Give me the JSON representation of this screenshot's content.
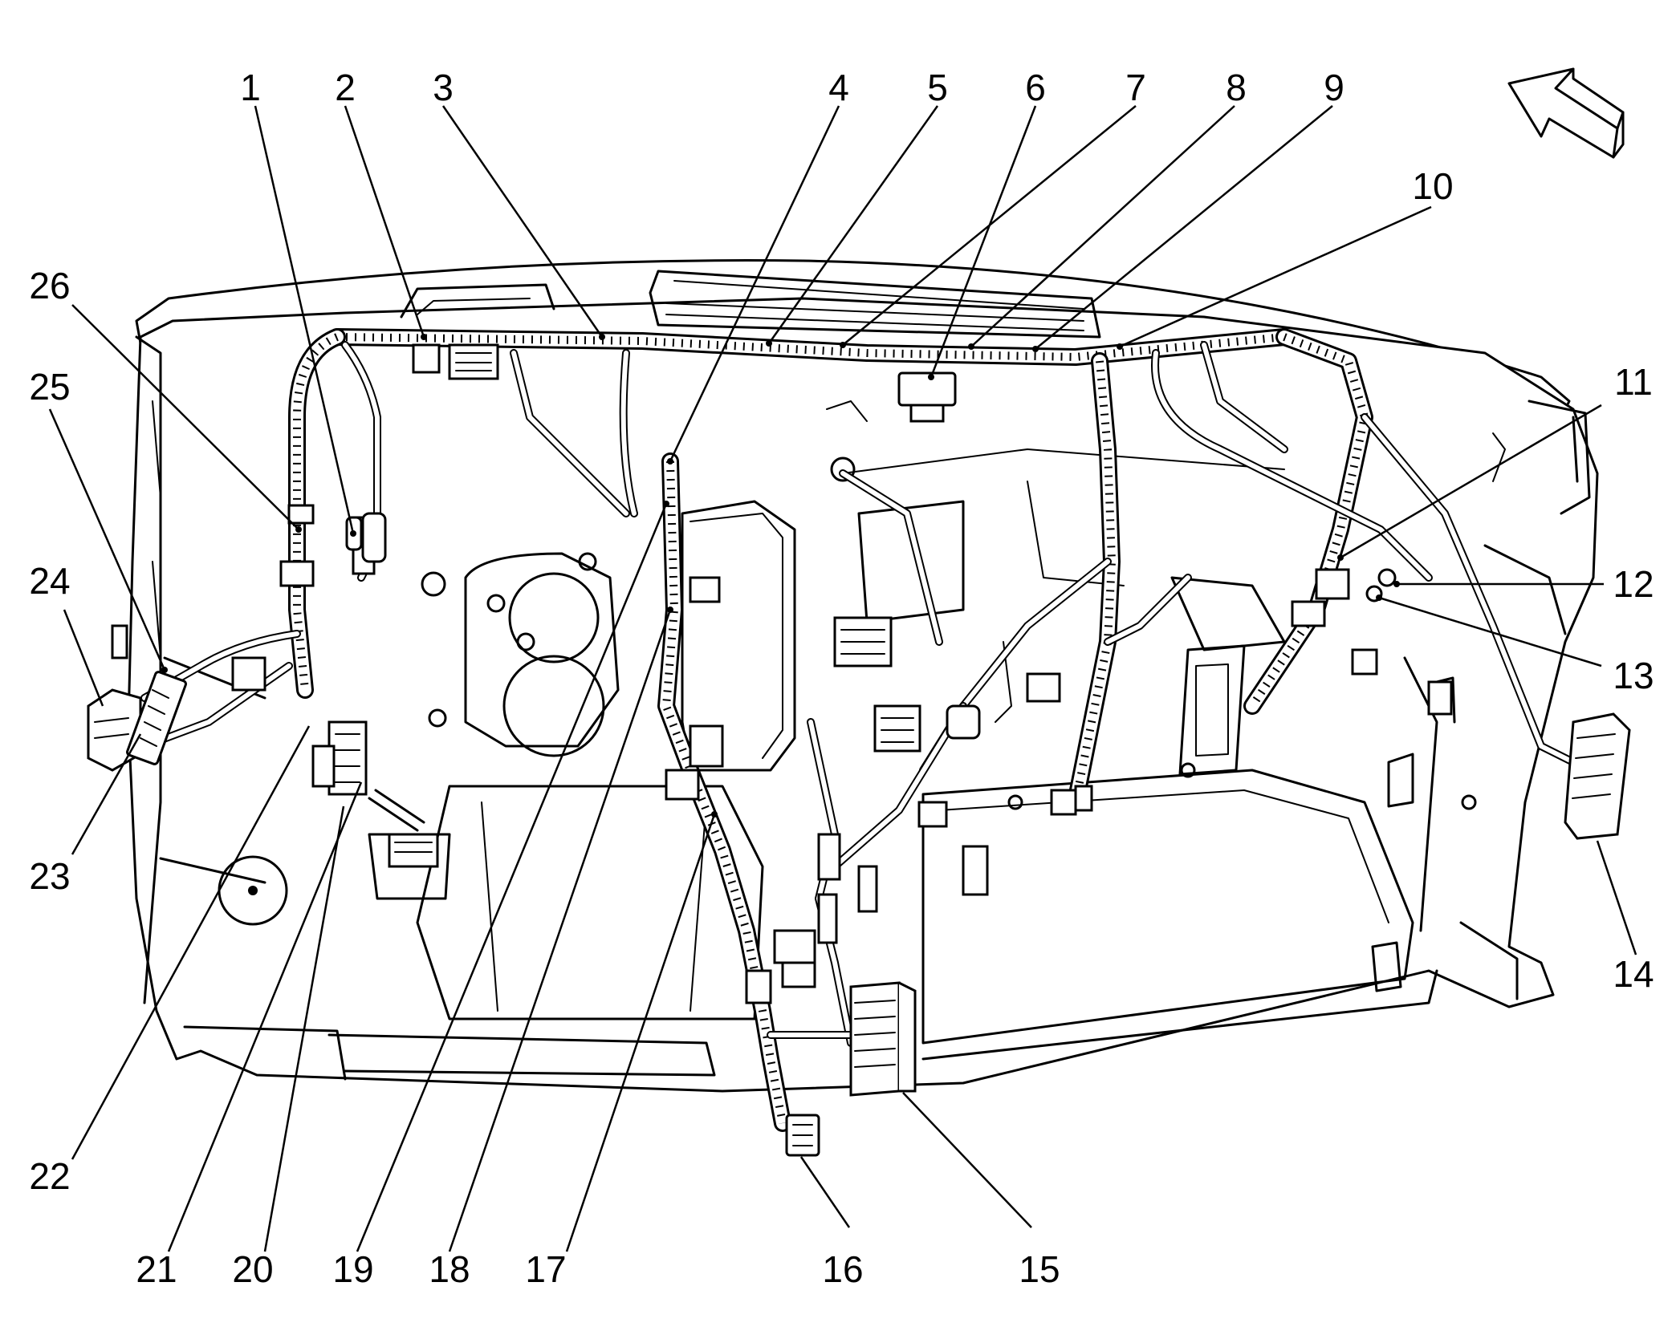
{
  "callouts": {
    "c1": "1",
    "c2": "2",
    "c3": "3",
    "c4": "4",
    "c5": "5",
    "c6": "6",
    "c7": "7",
    "c8": "8",
    "c9": "9",
    "c10": "10",
    "c11": "11",
    "c12": "12",
    "c13": "13",
    "c14": "14",
    "c15": "15",
    "c16": "16",
    "c17": "17",
    "c18": "18",
    "c19": "19",
    "c20": "20",
    "c21": "21",
    "c22": "22",
    "c23": "23",
    "c24": "24",
    "c25": "25",
    "c26": "26"
  },
  "icons": {
    "orientation": "forward-arrow-icon"
  }
}
